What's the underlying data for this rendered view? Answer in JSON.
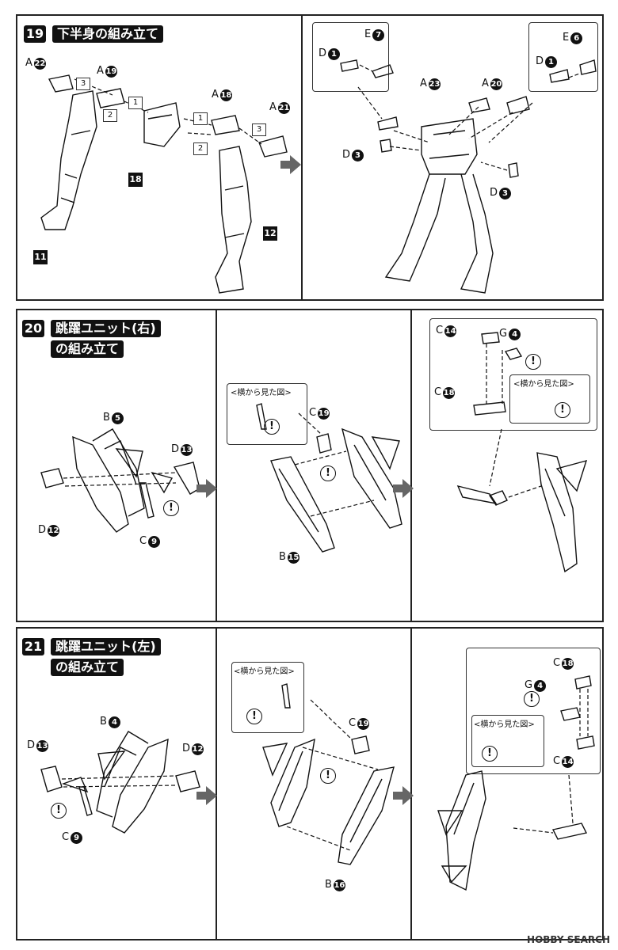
{
  "steps": [
    {
      "number": "19",
      "title": "下半身の組み立て",
      "title2": ""
    },
    {
      "number": "20",
      "title": "跳躍ユニット(右)",
      "title2": "の組み立て"
    },
    {
      "number": "21",
      "title": "跳躍ユニット(左)",
      "title2": "の組み立て"
    }
  ],
  "side_view_label": "<横から見た図>",
  "warning_symbol": "!",
  "s19_left": {
    "A22": {
      "letter": "A",
      "num": "22"
    },
    "A19": {
      "letter": "A",
      "num": "19"
    },
    "A18": {
      "letter": "A",
      "num": "18"
    },
    "A21": {
      "letter": "A",
      "num": "21"
    },
    "b3a": "3",
    "b2a": "2",
    "b1a": "1",
    "b1b": "1",
    "b2b": "2",
    "b3b": "3",
    "sq18": "18",
    "sq11": "11",
    "sq12": "12"
  },
  "s19_right": {
    "E7": {
      "letter": "E",
      "num": "7"
    },
    "D1a": {
      "letter": "D",
      "num": "1"
    },
    "E6": {
      "letter": "E",
      "num": "6"
    },
    "D1b": {
      "letter": "D",
      "num": "1"
    },
    "A23": {
      "letter": "A",
      "num": "23"
    },
    "A20": {
      "letter": "A",
      "num": "20"
    },
    "D3a": {
      "letter": "D",
      "num": "3"
    },
    "D3b": {
      "letter": "D",
      "num": "3"
    }
  },
  "s20": {
    "B5": {
      "letter": "B",
      "num": "5"
    },
    "D13": {
      "letter": "D",
      "num": "13"
    },
    "D12": {
      "letter": "D",
      "num": "12"
    },
    "C9": {
      "letter": "C",
      "num": "9"
    },
    "C19": {
      "letter": "C",
      "num": "19"
    },
    "B15": {
      "letter": "B",
      "num": "15"
    },
    "C14": {
      "letter": "C",
      "num": "14"
    },
    "G4": {
      "letter": "G",
      "num": "4"
    },
    "C18": {
      "letter": "C",
      "num": "18"
    }
  },
  "s21": {
    "B4": {
      "letter": "B",
      "num": "4"
    },
    "D13": {
      "letter": "D",
      "num": "13"
    },
    "D12": {
      "letter": "D",
      "num": "12"
    },
    "C9": {
      "letter": "C",
      "num": "9"
    },
    "C19": {
      "letter": "C",
      "num": "19"
    },
    "B16": {
      "letter": "B",
      "num": "16"
    },
    "C18": {
      "letter": "C",
      "num": "18"
    },
    "G4": {
      "letter": "G",
      "num": "4"
    },
    "C14": {
      "letter": "C",
      "num": "14"
    }
  },
  "watermark": "HOBBY SEARCH"
}
